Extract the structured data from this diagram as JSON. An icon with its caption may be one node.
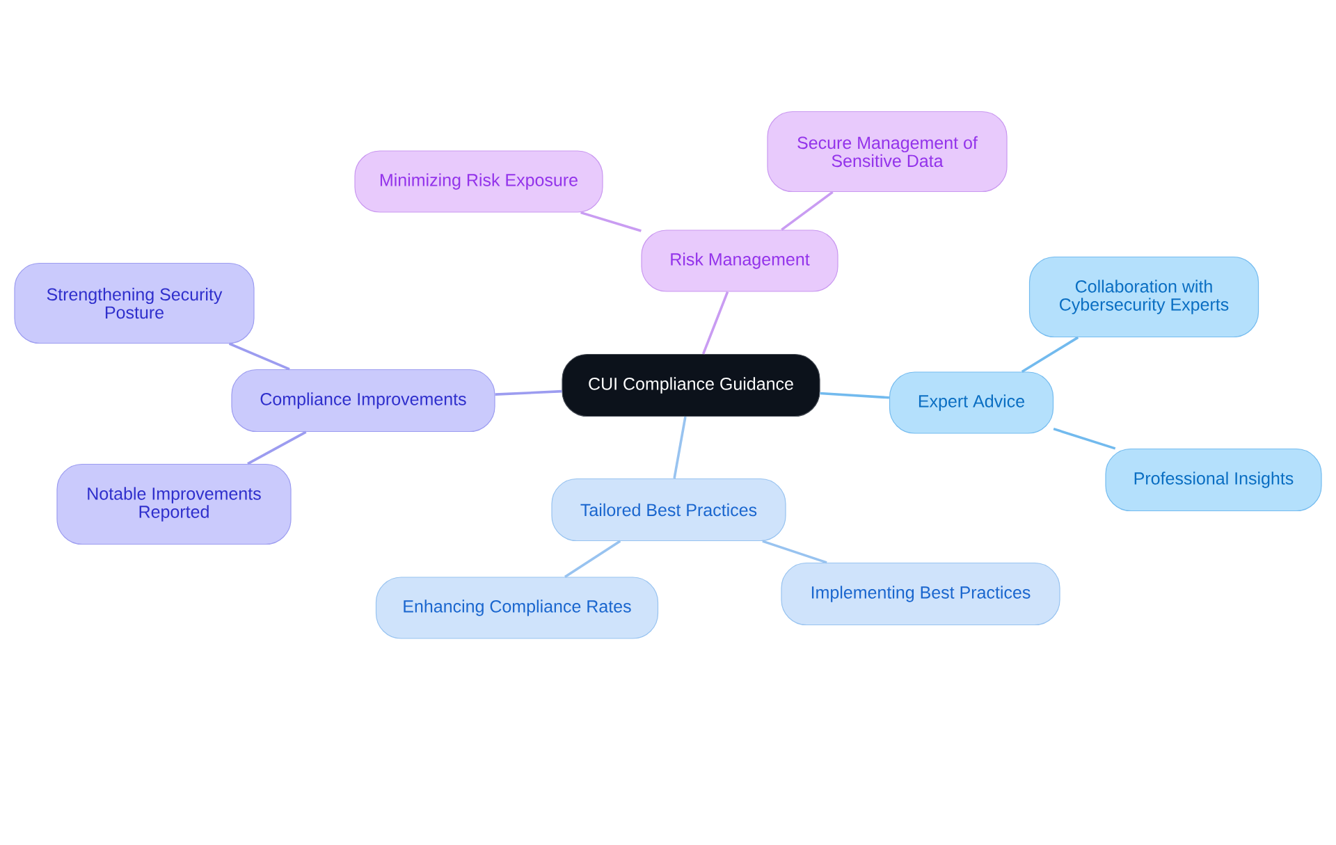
{
  "diagram": {
    "nodes": [
      {
        "text": [
          "CUI Compliance Guidance"
        ]
      },
      {
        "text": [
          "Risk Management"
        ]
      },
      {
        "text": [
          "Minimizing Risk Exposure"
        ]
      },
      {
        "text": [
          "Secure Management of Sensitive Data"
        ]
      },
      {
        "text": [
          "Compliance Improvements"
        ]
      },
      {
        "text": [
          "Strengthening Security Posture"
        ]
      },
      {
        "text": [
          "Notable Improvements Reported"
        ]
      },
      {
        "text": [
          "Expert Advice"
        ]
      },
      {
        "text": [
          "Collaboration with Cybersecurity Experts"
        ]
      },
      {
        "text": [
          "Professional Insights"
        ]
      },
      {
        "text": [
          "Tailored Best Practices"
        ]
      },
      {
        "text": [
          "Enhancing Compliance Rates"
        ]
      },
      {
        "text": [
          "Implementing Best Practices"
        ]
      }
    ],
    "edges": [
      {
        "from": 0,
        "to": 1,
        "arrow": "none",
        "color": "#c99cf2"
      },
      {
        "from": 1,
        "to": 2,
        "arrow": "none",
        "color": "#c99cf2"
      },
      {
        "from": 1,
        "to": 3,
        "arrow": "none",
        "color": "#c99cf2"
      },
      {
        "from": 0,
        "to": 4,
        "arrow": "none",
        "color": "#9c9cf0"
      },
      {
        "from": 4,
        "to": 5,
        "arrow": "none",
        "color": "#9c9cf0"
      },
      {
        "from": 4,
        "to": 6,
        "arrow": "none",
        "color": "#9c9cf0"
      },
      {
        "from": 0,
        "to": 7,
        "arrow": "none",
        "color": "#72baee"
      },
      {
        "from": 7,
        "to": 8,
        "arrow": "none",
        "color": "#72baee"
      },
      {
        "from": 7,
        "to": 9,
        "arrow": "none",
        "color": "#72baee"
      },
      {
        "from": 0,
        "to": 10,
        "arrow": "none",
        "color": "#98c3f0"
      },
      {
        "from": 10,
        "to": 11,
        "arrow": "none",
        "color": "#98c3f0"
      },
      {
        "from": 10,
        "to": 12,
        "arrow": "none",
        "color": "#98c3f0"
      }
    ]
  }
}
